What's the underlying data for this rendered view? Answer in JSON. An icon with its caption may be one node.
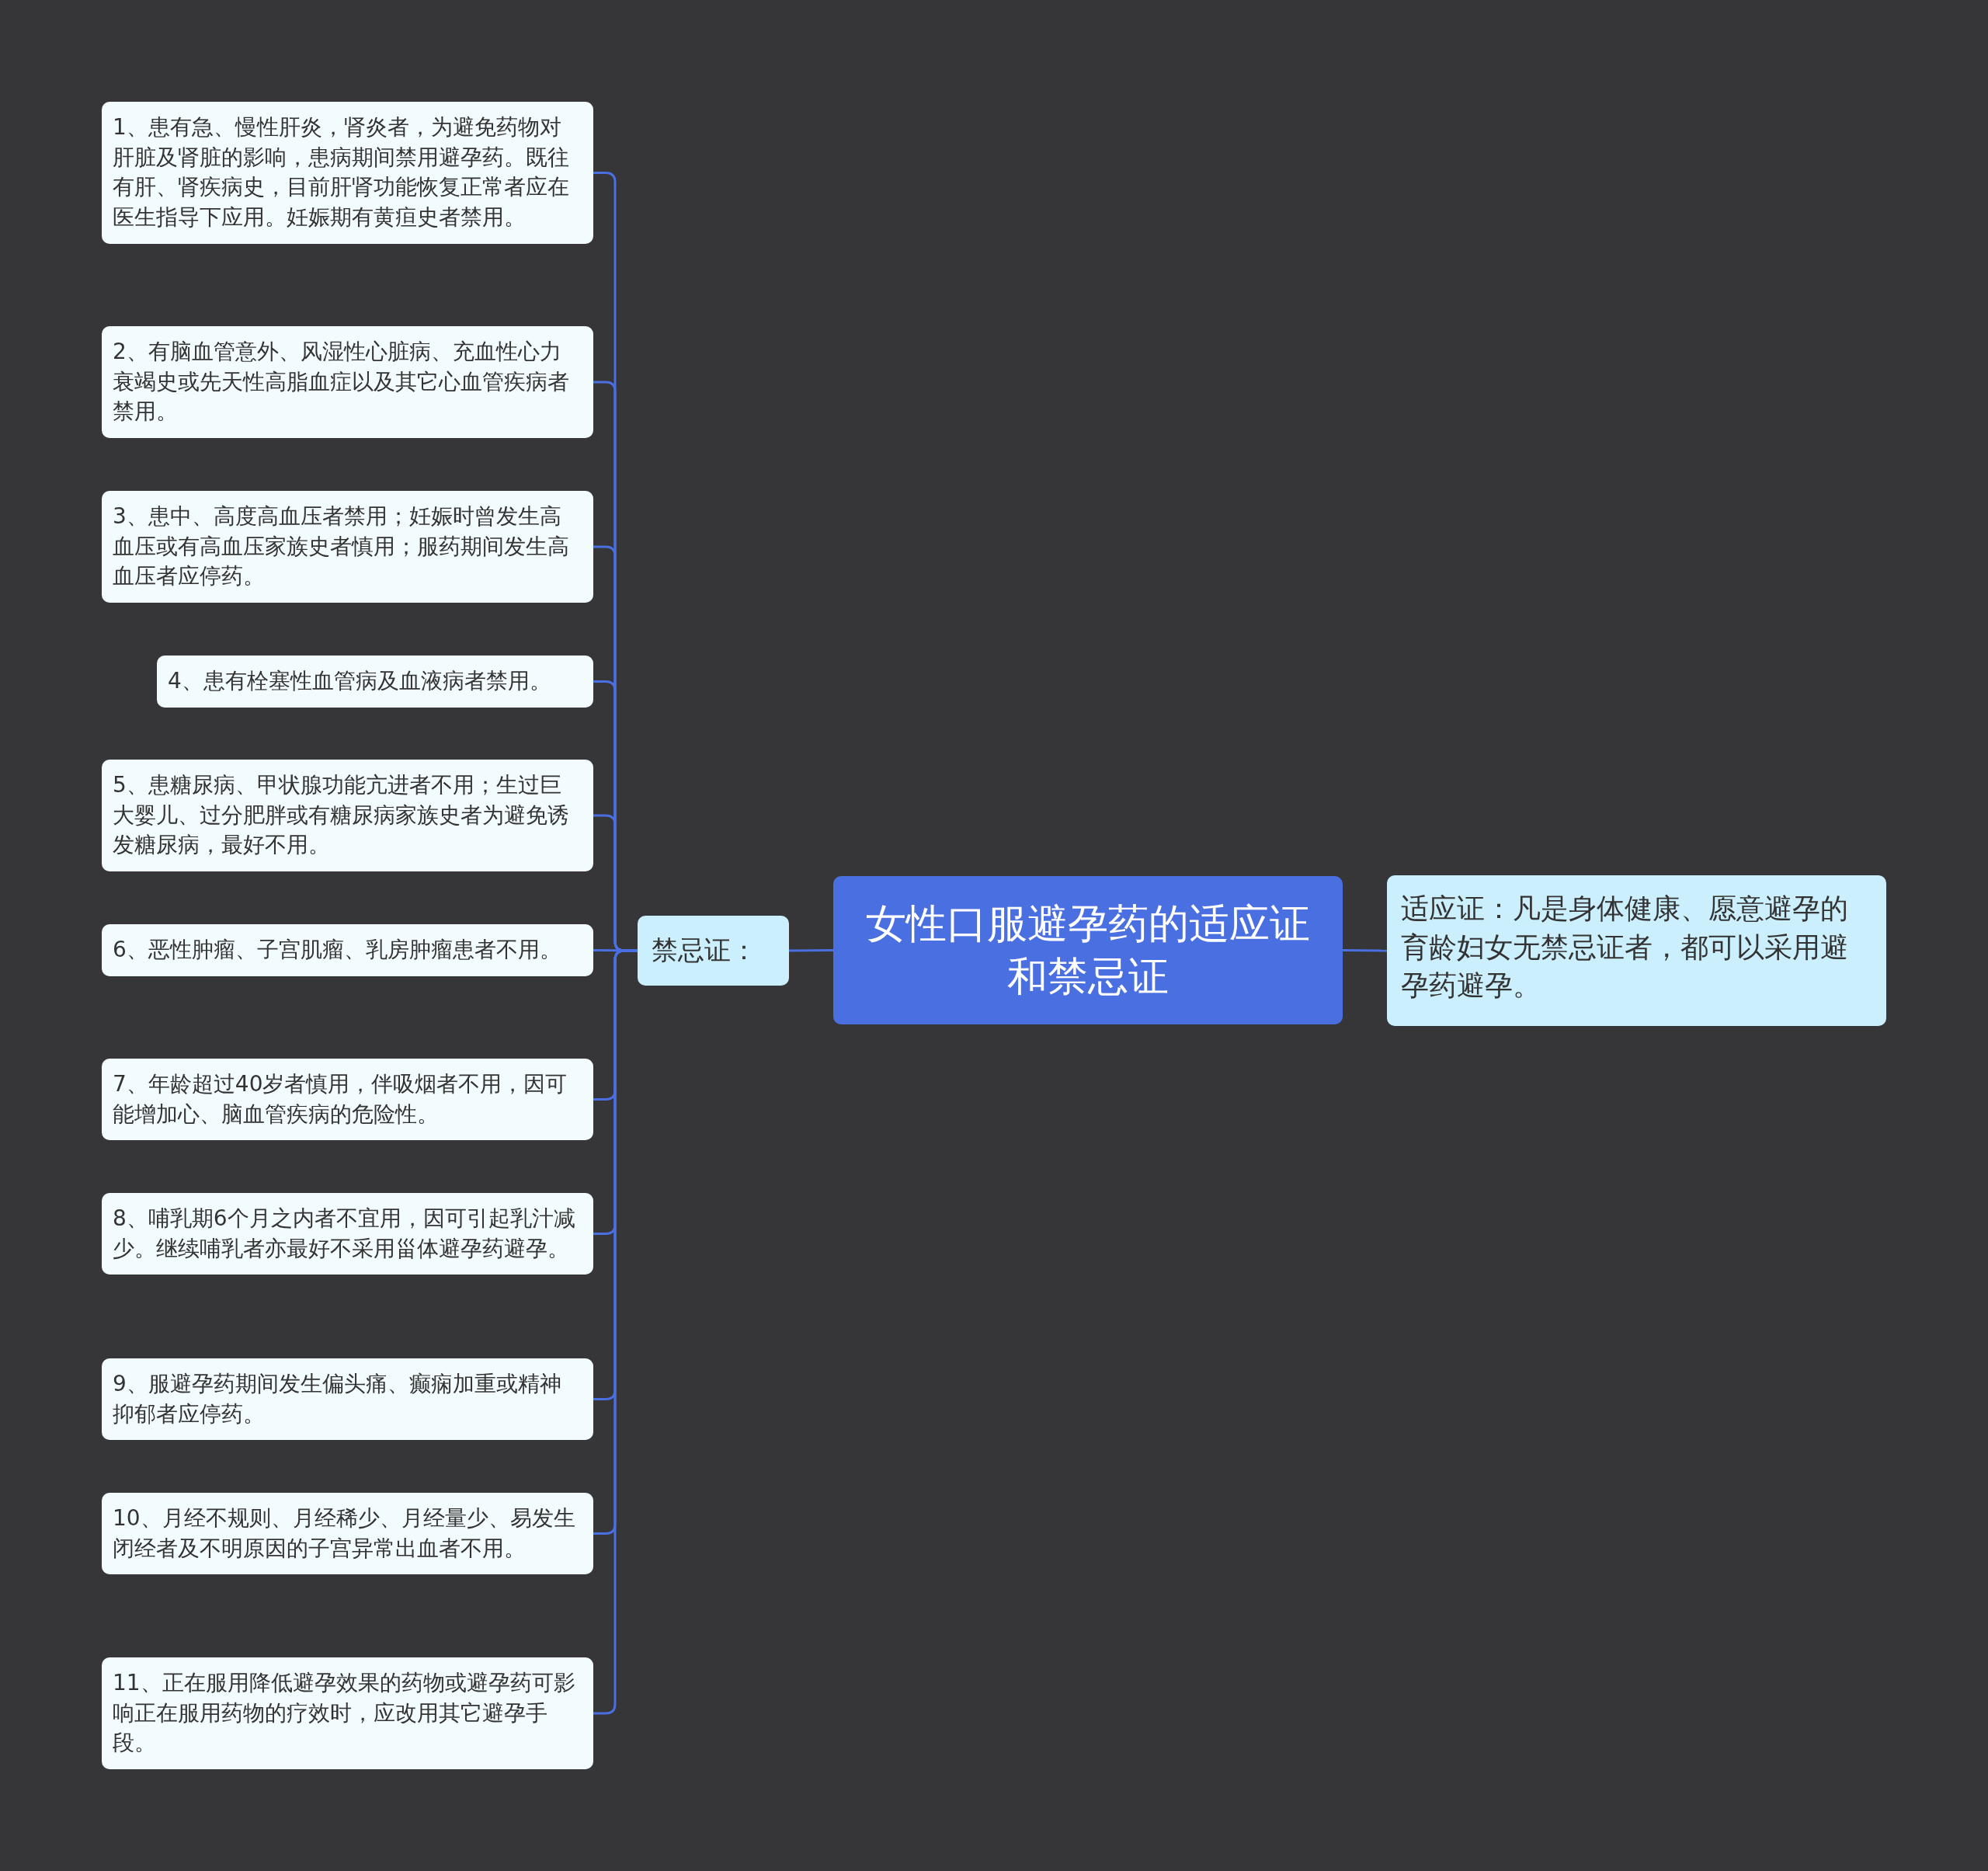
{
  "diagram": {
    "nodes": [
      {
        "text": [
          "女性口服避孕药的适应证和禁忌证"
        ]
      },
      {
        "text": [
          "禁忌证："
        ]
      },
      {
        "text": [
          "1、患有急、慢性肝炎，肾炎者，为避免药物对肝脏及肾脏的影响，患病期间禁用避孕药。既往有肝、肾疾病史，目前肝肾功能恢复正常者应在医生指导下应用。妊娠期有黄疸史者禁用。"
        ]
      },
      {
        "text": [
          "2、有脑血管意外、风湿性心脏病、充血性心力衰竭史或先天性高脂血症以及其它心血管疾病者禁用。"
        ]
      },
      {
        "text": [
          "3、患中、高度高血压者禁用；妊娠时曾发生高血压或有高血压家族史者慎用；服药期间发生高血压者应停药。"
        ]
      },
      {
        "text": [
          "4、患有栓塞性血管病及血液病者禁用。"
        ]
      },
      {
        "text": [
          "5、患糖尿病、甲状腺功能亢进者不用；生过巨大婴儿、过分肥胖或有糖尿病家族史者为避免诱发糖尿病，最好不用。"
        ]
      },
      {
        "text": [
          "6、恶性肿瘤、子宫肌瘤、乳房肿瘤患者不用。"
        ]
      },
      {
        "text": [
          "7、年龄超过40岁者慎用，伴吸烟者不用，因可能增加心、脑血管疾病的危险性。"
        ]
      },
      {
        "text": [
          "8、哺乳期6个月之内者不宜用，因可引起乳汁减少。继续哺乳者亦最好不采用甾体避孕药避孕。"
        ]
      },
      {
        "text": [
          "9、服避孕药期间发生偏头痛、癫痫加重或精神抑郁者应停药。"
        ]
      },
      {
        "text": [
          "10、月经不规则、月经稀少、月经量少、易发生闭经者及不明原因的子宫异常出血者不用。"
        ]
      },
      {
        "text": [
          "11、正在服用降低避孕效果的药物或避孕药可影响正在服用药物的疗效时，应改用其它避孕手段。"
        ]
      },
      {
        "text": [
          "适应证：凡是身体健康、愿意避孕的育龄妇女无禁忌证者，都可以采用避孕药避孕。"
        ]
      }
    ],
    "edges": [
      {
        "from": 0,
        "to": 1,
        "arrow": "none"
      },
      {
        "from": 1,
        "to": 2,
        "arrow": "none"
      },
      {
        "from": 1,
        "to": 3,
        "arrow": "none"
      },
      {
        "from": 1,
        "to": 4,
        "arrow": "none"
      },
      {
        "from": 1,
        "to": 5,
        "arrow": "none"
      },
      {
        "from": 1,
        "to": 6,
        "arrow": "none"
      },
      {
        "from": 1,
        "to": 7,
        "arrow": "none"
      },
      {
        "from": 1,
        "to": 8,
        "arrow": "none"
      },
      {
        "from": 1,
        "to": 9,
        "arrow": "none"
      },
      {
        "from": 1,
        "to": 10,
        "arrow": "none"
      },
      {
        "from": 1,
        "to": 11,
        "arrow": "none"
      },
      {
        "from": 1,
        "to": 12,
        "arrow": "none"
      },
      {
        "from": 0,
        "to": 13,
        "arrow": "none"
      }
    ]
  }
}
